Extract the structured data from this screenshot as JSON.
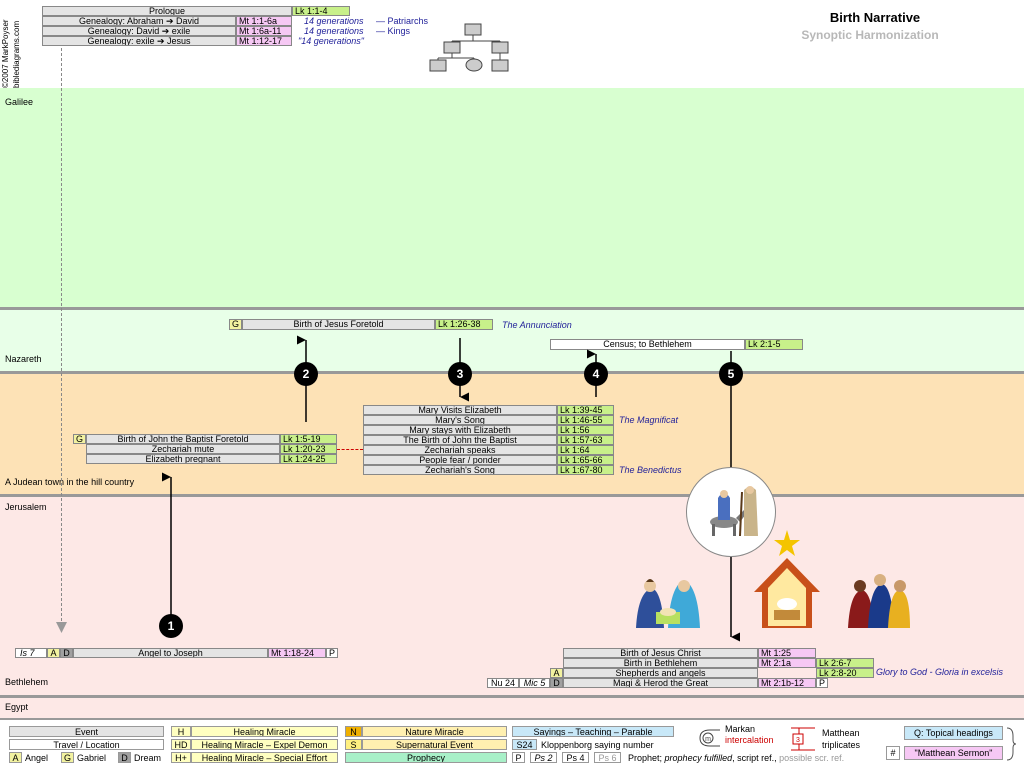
{
  "header": {
    "title": "Birth Narrative",
    "subtitle": "Synoptic Harmonization",
    "copyright": "©2007 MarkPoyser",
    "site": "biblediagrams.com"
  },
  "prologue": {
    "label": "Prologue",
    "ref": "Lk 1:1-4",
    "rows": [
      {
        "label": "Genealogy: Abraham ➔ David",
        "ref": "Mt 1:1-6a",
        "note": "14 generations",
        "group": "— Patriarchs"
      },
      {
        "label": "Genealogy: David ➔ exile",
        "ref": "Mt 1:6a-11",
        "note": "14 generations",
        "group": "— Kings"
      },
      {
        "label": "Genealogy: exile ➔ Jesus",
        "ref": "Mt 1:12-17",
        "note": "\"14 generations\"",
        "group": ""
      }
    ]
  },
  "regions": {
    "galilee": "Galilee",
    "nazareth": "Nazareth",
    "judea": "A Judean town in the hill country",
    "jerusalem": "Jerusalem",
    "bethlehem": "Bethlehem",
    "egypt": "Egypt"
  },
  "events": {
    "foretold_jesus": {
      "tag": "G",
      "label": "Birth of Jesus Foretold",
      "ref": "Lk 1:26-38",
      "note": "The Annunciation"
    },
    "census": {
      "label": "Census; to Bethlehem",
      "ref": "Lk 2:1-5"
    },
    "john_block": [
      {
        "tag": "G",
        "label": "Birth of John the Baptist Foretold",
        "ref": "Lk 1:5-19"
      },
      {
        "tag": "",
        "label": "Zechariah mute",
        "ref": "Lk 1:20-23"
      },
      {
        "tag": "",
        "label": "Elizabeth pregnant",
        "ref": "Lk 1:24-25"
      }
    ],
    "mary_block": [
      {
        "label": "Mary Visits Elizabeth",
        "ref": "Lk 1:39-45",
        "note": ""
      },
      {
        "label": "Mary's Song",
        "ref": "Lk 1:46-55",
        "note": "The Magnificat"
      },
      {
        "label": "Mary stays with Elizabeth",
        "ref": "Lk 1:56",
        "note": ""
      },
      {
        "label": "The Birth of John the Baptist",
        "ref": "Lk 1:57-63",
        "note": ""
      },
      {
        "label": "Zechariah speaks",
        "ref": "Lk 1:64",
        "note": ""
      },
      {
        "label": "People fear / ponder",
        "ref": "Lk 1:65-66",
        "note": ""
      },
      {
        "label": "Zechariah's Song",
        "ref": "Lk 1:67-80",
        "note": "The Benedictus"
      }
    ],
    "angel_joseph": {
      "pre1": "Is 7",
      "pre2": "A",
      "pre3": "D",
      "label": "Angel to Joseph",
      "ref": "Mt 1:18-24",
      "post": "P"
    },
    "bethlehem_block": {
      "birth": {
        "label": "Birth of Jesus Christ",
        "ref": "Mt 1:25"
      },
      "born": {
        "label": "Birth in Bethlehem",
        "ref": "Mt 2:1a",
        "lk": "Lk 2:6-7"
      },
      "shepherds": {
        "tag": "A",
        "label": "Shepherds and angels",
        "lk": "Lk 2:8-20",
        "note": "Glory to God - Gloria in excelsis"
      },
      "magi": {
        "pre1": "Nu 24",
        "pre2": "Mic 5",
        "tag": "D",
        "label": "Magi & Herod the Great",
        "ref": "Mt 2:1b-12",
        "post": "P"
      }
    }
  },
  "markers": [
    "1",
    "2",
    "3",
    "4",
    "5"
  ],
  "legend": {
    "event": "Event",
    "travel": "Travel / Location",
    "angel_tag": "A",
    "angel": "Angel",
    "gabriel_tag": "G",
    "gabriel": "Gabriel",
    "dream_tag": "D",
    "dream": "Dream",
    "h_tag": "H",
    "h": "Healing Miracle",
    "hd_tag": "HD",
    "hd": "Healing Miracle – Expel Demon",
    "hp_tag": "H+",
    "hp": "Healing Miracle – Special Effort",
    "n_tag": "N",
    "n": "Nature Miracle",
    "s_tag": "S",
    "s": "Supernatural Event",
    "prophecy": "Prophecy",
    "sayings": "Sayings – Teaching – Parable",
    "s24_tag": "S24",
    "s24": "Kloppenborg saying number",
    "p_tag": "P",
    "ps2": "Ps 2",
    "ps4": "Ps 4",
    "ps6": "Ps 6",
    "prophet_text": "Prophet;",
    "prophecy_fulfilled": "prophecy fulfilled",
    "script_ref": ", script ref.,",
    "possible_ref": "possible scr. ref.",
    "markan": "Markan",
    "intercalation": "intercalation",
    "matthean": "Matthean",
    "triplicates": "triplicates",
    "topical": "Q: Topical headings",
    "hash": "#",
    "sermon": "\"Matthean Sermon\""
  },
  "colors": {
    "galilee": "#d8ffd0",
    "nazareth": "#e8ffe8",
    "judea": "#fde2b6",
    "jerusalem": "#fde8e6",
    "egypt": "#fde8e6",
    "lk": "#c8f08a",
    "mt": "#f6c8f4",
    "separator": "#999999"
  }
}
